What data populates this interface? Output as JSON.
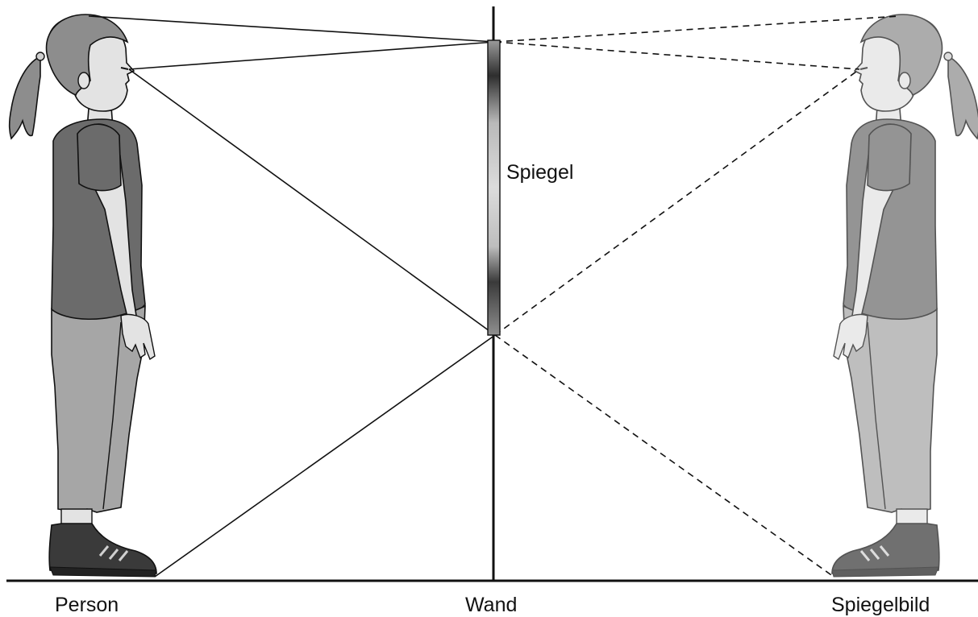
{
  "labels": {
    "person": "Person",
    "wall": "Wand",
    "mirror": "Spiegel",
    "mirror_image": "Spiegelbild"
  },
  "colors": {
    "ink": "#111111",
    "hair": "#8d8d8d",
    "skin": "#e3e3e3",
    "shirt": "#6b6b6b",
    "pants": "#a6a6a6",
    "shoe": "#3a3a3a",
    "image_tint": "#9a9a9a"
  },
  "line_styles": {
    "real_rays": "solid",
    "virtual_rays": "dashed"
  }
}
